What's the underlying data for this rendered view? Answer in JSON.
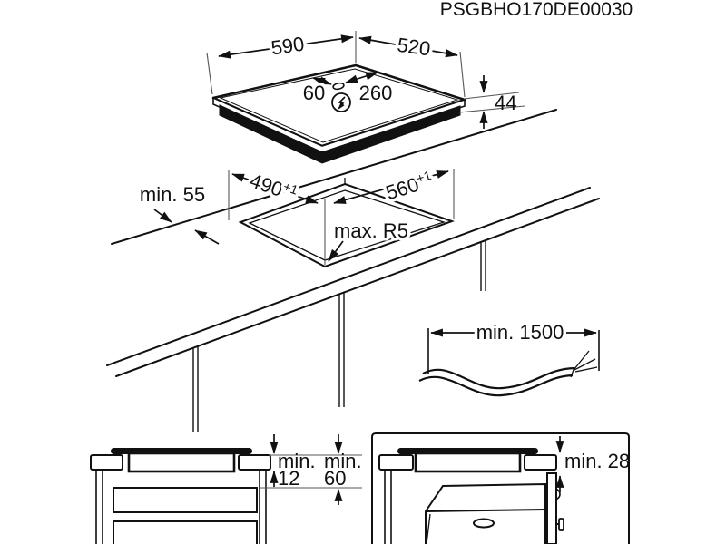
{
  "product_code": "PSGBHO170DE00030",
  "colors": {
    "ink": "#111111",
    "thin_line": "#555555",
    "paper": "#ffffff"
  },
  "hob_view": {
    "width_mm": "590",
    "depth_mm": "520",
    "cable_to_left_edge_mm": "60",
    "cable_to_right_edge_mm": "260",
    "height_mm": "44",
    "power_icon": "lightning-bolt-circle"
  },
  "worktop_view": {
    "min_distance_to_edge": "min. 55",
    "cutout_depth_mm": "490",
    "cutout_depth_tol": "+1",
    "cutout_width_mm": "560",
    "cutout_width_tol": "+1",
    "corner_radius": "max. R5"
  },
  "cable_view": {
    "min_cable_length": "min. 1500"
  },
  "underside_view": {
    "clearance_drawer_label": "min.",
    "clearance_drawer_mm": "12",
    "clearance_shelf_label": "min.",
    "clearance_shelf_mm": "60"
  },
  "oven_view": {
    "clearance_oven": "min. 28"
  }
}
